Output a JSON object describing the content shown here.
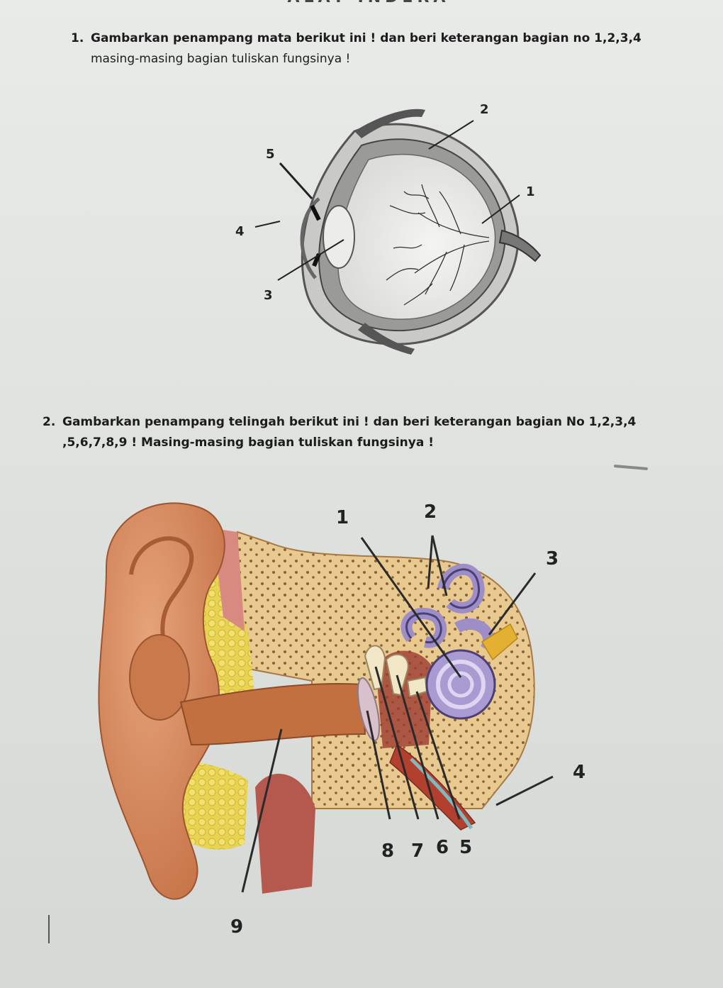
{
  "heading": "ALAT INDERA",
  "questions": [
    {
      "number": "1.",
      "line1": "Gambarkan penampang mata berikut ini ! dan beri keterangan bagian no 1,2,3,4",
      "line2": "masing-masing bagian tuliskan fungsinya !"
    },
    {
      "number": "2.",
      "line1": "Gambarkan penampang telingah  berikut ini ! dan beri keterangan bagian No 1,2,3,4",
      "line2": ",5,6,7,8,9 ! Masing-masing bagian tuliskan fungsinya !"
    }
  ],
  "eye_labels": [
    "1",
    "2",
    "3",
    "4",
    "5"
  ],
  "ear_labels": [
    "1",
    "2",
    "3",
    "4",
    "5",
    "6",
    "7",
    "8",
    "9"
  ]
}
